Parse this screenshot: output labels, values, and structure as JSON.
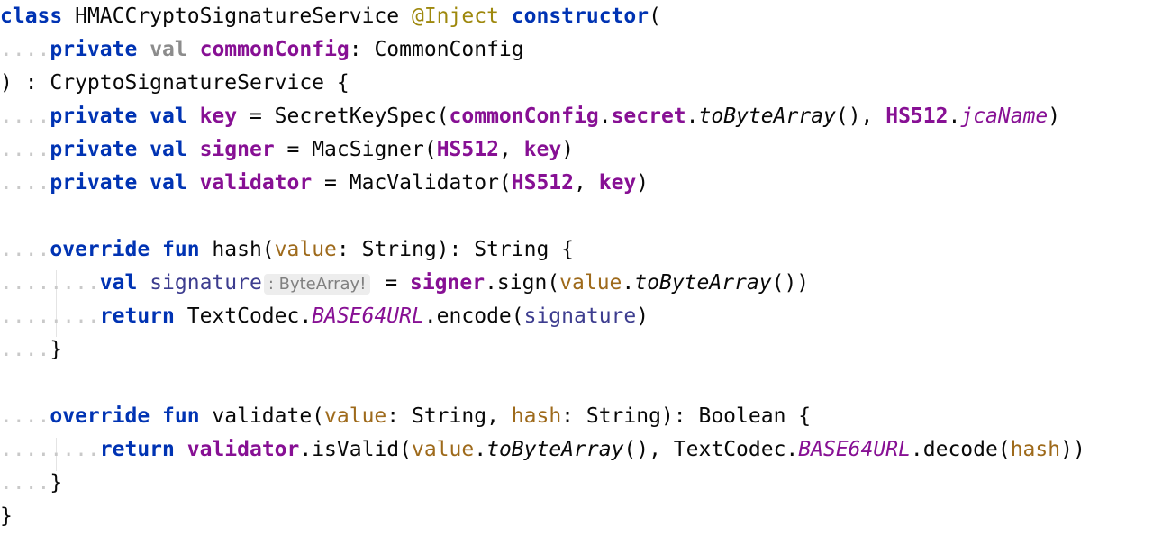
{
  "colors": {
    "background": "#ffffff",
    "keyword": "#0033b3",
    "property": "#871094",
    "annotation": "#9e880d",
    "parameter": "#9e6a1b",
    "local": "#3d3d8f",
    "inlay_hint_bg": "#ededed",
    "whitespace_dot": "#c9c9c9"
  },
  "editor": {
    "lines": [
      [
        [
          "kw",
          "class"
        ],
        [
          "t",
          " HMACCryptoSignatureService "
        ],
        [
          "ann",
          "@Inject"
        ],
        [
          "t",
          " "
        ],
        [
          "kw",
          "constructor"
        ],
        [
          "t",
          "("
        ]
      ],
      [
        [
          "ws",
          "...."
        ],
        [
          "kw",
          "private"
        ],
        [
          "t",
          " "
        ],
        [
          "kwg",
          "val"
        ],
        [
          "t",
          " "
        ],
        [
          "prop",
          "commonConfig"
        ],
        [
          "t",
          ": CommonConfig"
        ]
      ],
      [
        [
          "t",
          ") : CryptoSignatureService {"
        ]
      ],
      [
        [
          "ws",
          "...."
        ],
        [
          "kw",
          "private val"
        ],
        [
          "t",
          " "
        ],
        [
          "prop",
          "key"
        ],
        [
          "t",
          " = SecretKeySpec("
        ],
        [
          "prop",
          "commonConfig"
        ],
        [
          "t",
          "."
        ],
        [
          "prop",
          "secret"
        ],
        [
          "t",
          "."
        ],
        [
          "ext",
          "toByteArray"
        ],
        [
          "t",
          "(), "
        ],
        [
          "const",
          "HS512"
        ],
        [
          "t",
          "."
        ],
        [
          "stat",
          "jcaName"
        ],
        [
          "t",
          ")"
        ]
      ],
      [
        [
          "ws",
          "...."
        ],
        [
          "kw",
          "private val"
        ],
        [
          "t",
          " "
        ],
        [
          "prop",
          "signer"
        ],
        [
          "t",
          " = MacSigner("
        ],
        [
          "const",
          "HS512"
        ],
        [
          "t",
          ", "
        ],
        [
          "prop",
          "key"
        ],
        [
          "t",
          ")"
        ]
      ],
      [
        [
          "ws",
          "...."
        ],
        [
          "kw",
          "private val"
        ],
        [
          "t",
          " "
        ],
        [
          "prop",
          "validator"
        ],
        [
          "t",
          " = MacValidator("
        ],
        [
          "const",
          "HS512"
        ],
        [
          "t",
          ", "
        ],
        [
          "prop",
          "key"
        ],
        [
          "t",
          ")"
        ]
      ],
      [],
      [
        [
          "ws",
          "...."
        ],
        [
          "kw",
          "override fun"
        ],
        [
          "t",
          " hash("
        ],
        [
          "param",
          "value"
        ],
        [
          "t",
          ": String): String {"
        ]
      ],
      [
        [
          "ws",
          "........"
        ],
        [
          "kw",
          "val"
        ],
        [
          "t",
          " "
        ],
        [
          "local",
          "signature"
        ],
        [
          "hint",
          ": ByteArray!"
        ],
        [
          "t",
          " = "
        ],
        [
          "prop",
          "signer"
        ],
        [
          "t",
          ".sign("
        ],
        [
          "param",
          "value"
        ],
        [
          "t",
          "."
        ],
        [
          "ext",
          "toByteArray"
        ],
        [
          "t",
          "())"
        ]
      ],
      [
        [
          "ws",
          "........"
        ],
        [
          "kw",
          "return"
        ],
        [
          "t",
          " TextCodec."
        ],
        [
          "stat",
          "BASE64URL"
        ],
        [
          "t",
          ".encode("
        ],
        [
          "local",
          "signature"
        ],
        [
          "t",
          ")"
        ]
      ],
      [
        [
          "ws",
          "...."
        ],
        [
          "t",
          "}"
        ]
      ],
      [],
      [
        [
          "ws",
          "...."
        ],
        [
          "kw",
          "override fun"
        ],
        [
          "t",
          " validate("
        ],
        [
          "param",
          "value"
        ],
        [
          "t",
          ": String, "
        ],
        [
          "param",
          "hash"
        ],
        [
          "t",
          ": String): Boolean {"
        ]
      ],
      [
        [
          "ws",
          "........"
        ],
        [
          "kw",
          "return"
        ],
        [
          "t",
          " "
        ],
        [
          "prop",
          "validator"
        ],
        [
          "t",
          ".isValid("
        ],
        [
          "param",
          "value"
        ],
        [
          "t",
          "."
        ],
        [
          "ext",
          "toByteArray"
        ],
        [
          "t",
          "(), TextCodec."
        ],
        [
          "stat",
          "BASE64URL"
        ],
        [
          "t",
          ".decode("
        ],
        [
          "param",
          "hash"
        ],
        [
          "t",
          "))"
        ]
      ],
      [
        [
          "ws",
          "...."
        ],
        [
          "t",
          "}"
        ]
      ],
      [
        [
          "t",
          "}"
        ]
      ]
    ]
  }
}
